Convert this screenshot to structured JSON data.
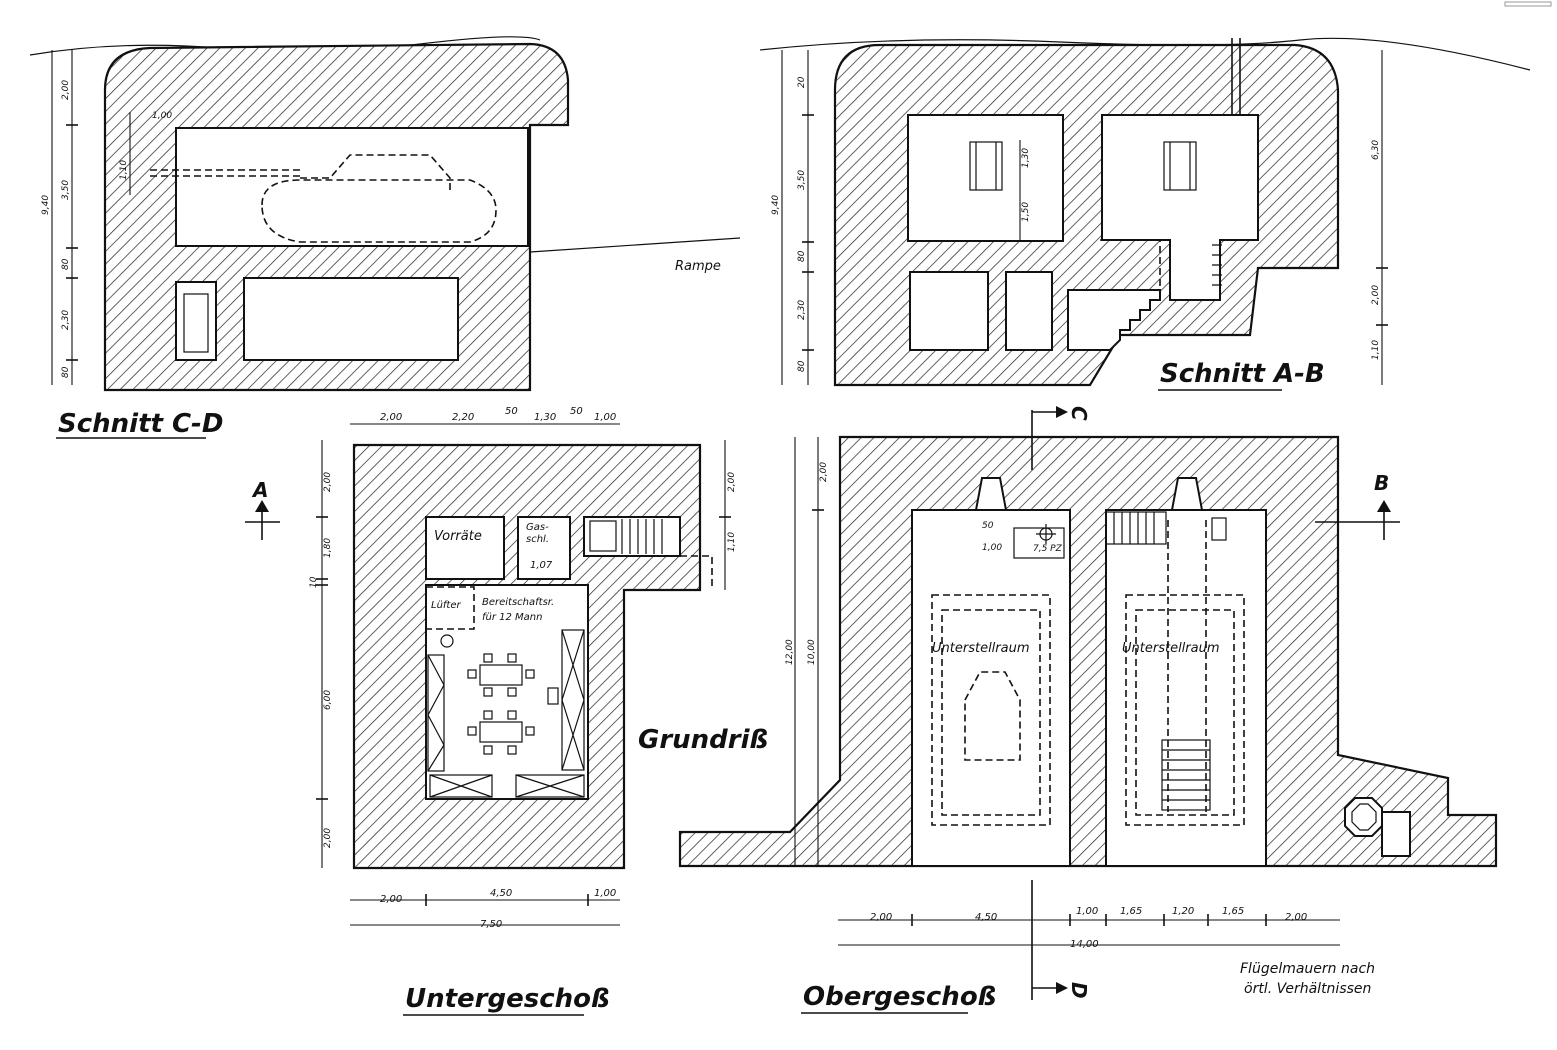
{
  "titles": {
    "section_cd": "Schnitt C-D",
    "section_ab": "Schnitt A-B",
    "plan": "Grundriß",
    "lower": "Untergeschoß",
    "upper": "Obergeschoß"
  },
  "rooms": {
    "vorraete": "Vorräte",
    "gasschleuse_1": "Gas-",
    "gasschleuse_2": "schl.",
    "luefter": "Lüfter",
    "bereitschaft_1": "Bereitschaftsr.",
    "bereitschaft_2": "für 12 Mann",
    "unterstell_left": "Unterstellraum",
    "unterstell_right": "Unterstellraum",
    "rampe": "Rampe"
  },
  "markers": {
    "a": "A",
    "b": "B",
    "c": "C",
    "d": "D"
  },
  "note": {
    "line1": "Flügelmauern nach",
    "line2": "örtl. Verhältnissen"
  },
  "dims": {
    "cd_total": "9,40",
    "cd_top": "2,00",
    "cd_mid": "3,50",
    "cd_slab": "80",
    "cd_low": "2,30",
    "cd_base": "80",
    "cd_small_a": "1,00",
    "cd_small_b": "1,10",
    "ab_total": "9,40",
    "ab_top": "20",
    "ab_mid": "3,50",
    "ab_slab": "80",
    "ab_low": "2,30",
    "ab_base": "80",
    "ab_r_top": "6,30",
    "ab_r_mid": "2,00",
    "ab_r_low": "1,10",
    "ab_w1": "1,30",
    "ab_w2": "1,50",
    "lo_top_1": "2,00",
    "lo_top_2": "2,20",
    "lo_top_3": "50",
    "lo_top_4": "1,30",
    "lo_top_5": "50",
    "lo_top_6": "1,00",
    "lo_left_1": "2,00",
    "lo_left_2": "1,80",
    "lo_left_3": "10",
    "lo_left_4": "6,00",
    "lo_left_5": "2,00",
    "lo_right_1": "2,00",
    "lo_right_2": "1,10",
    "lo_bot_1": "2,00",
    "lo_bot_2": "4,50",
    "lo_bot_3": "1,00",
    "lo_bot_total": "7,50",
    "lo_door": "1,07",
    "up_left_1": "2,00",
    "up_left_total": "12,00",
    "up_left_inner": "10,00",
    "up_small_1": "50",
    "up_small_2": "1,00",
    "up_label_pz": "7,5 PZ",
    "up_bot_1": "2,00",
    "up_bot_2": "4,50",
    "up_bot_3": "1,00",
    "up_bot_4": "1,65",
    "up_bot_5": "1,20",
    "up_bot_6": "1,65",
    "up_bot_7": "2,00",
    "up_bot_total": "14,00"
  }
}
